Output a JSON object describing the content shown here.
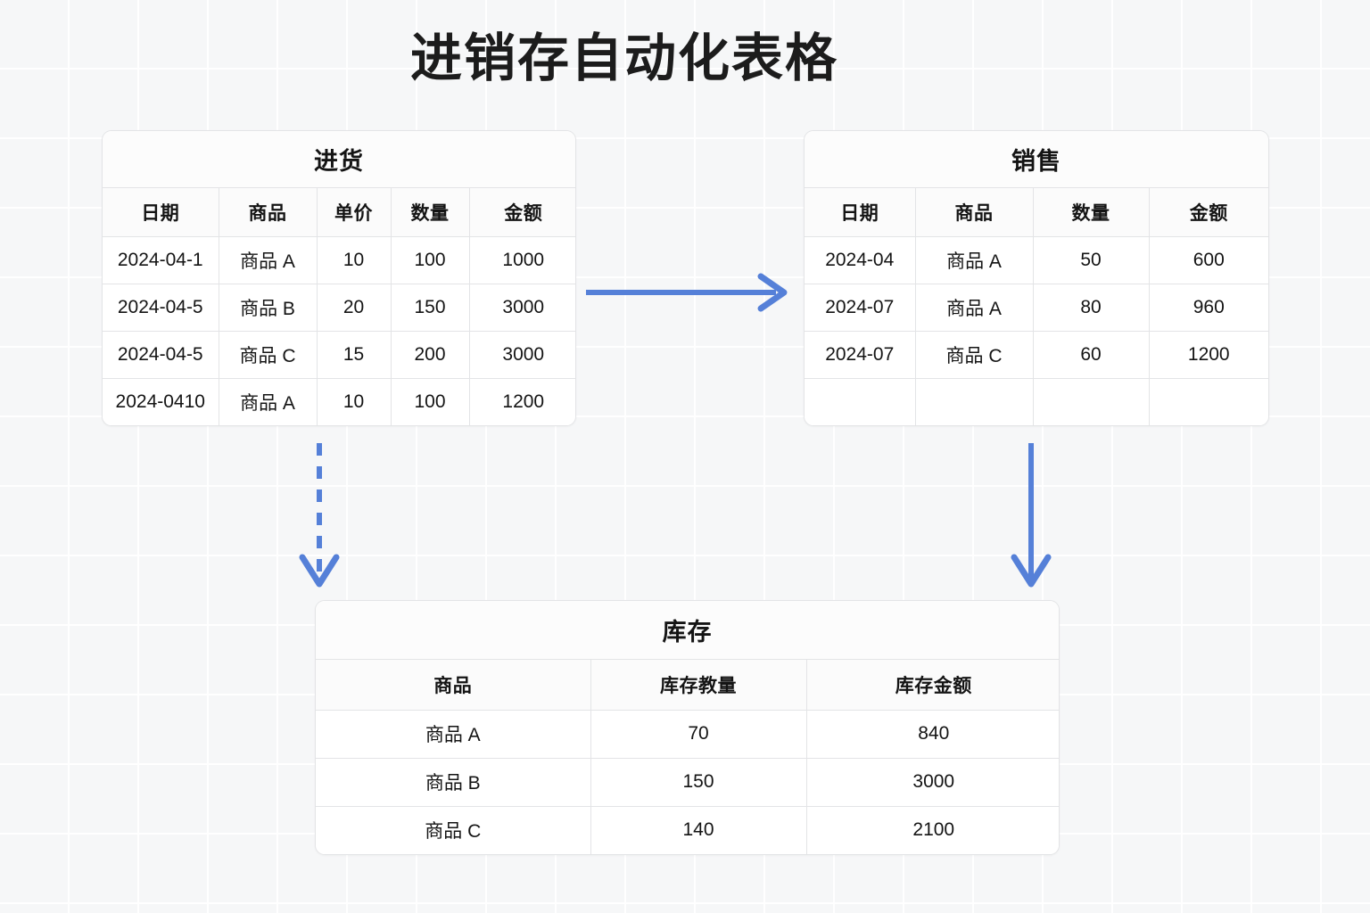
{
  "page": {
    "title": "进销存自动化表格",
    "background_color": "#f6f7f8",
    "grid_line_color": "#ffffff",
    "accent_color": "#5580d8",
    "text_color": "#141414",
    "border_color": "#e3e4e6"
  },
  "tables": {
    "purchase": {
      "title": "进货",
      "columns": [
        "日期",
        "商品",
        "单价",
        "数量",
        "金额"
      ],
      "rows": [
        [
          "2024-04-1",
          "商品 A",
          "10",
          "100",
          "1000"
        ],
        [
          "2024-04-5",
          "商品 B",
          "20",
          "150",
          "3000"
        ],
        [
          "2024-04-5",
          "商品 C",
          "15",
          "200",
          "3000"
        ],
        [
          "2024-0410",
          "商品 A",
          "10",
          "100",
          "1200"
        ]
      ]
    },
    "sales": {
      "title": "销售",
      "columns": [
        "日期",
        "商品",
        "数量",
        "金额"
      ],
      "rows": [
        [
          "2024-04",
          "商品 A",
          "50",
          "600"
        ],
        [
          "2024-07",
          "商品 A",
          "80",
          "960"
        ],
        [
          "2024-07",
          "商品 C",
          "60",
          "1200"
        ],
        [
          "",
          "",
          "",
          ""
        ]
      ]
    },
    "inventory": {
      "title": "库存",
      "columns": [
        "商品",
        "库存教量",
        "库存金额"
      ],
      "rows": [
        [
          "商品 A",
          "70",
          "840"
        ],
        [
          "商品 B",
          "150",
          "3000"
        ],
        [
          "商品 C",
          "140",
          "2100"
        ]
      ]
    }
  },
  "arrows": [
    {
      "name": "purchase-to-sales",
      "direction": "right",
      "style": "solid",
      "color": "#5580d8"
    },
    {
      "name": "purchase-to-inventory",
      "direction": "down",
      "style": "dashed",
      "color": "#5580d8"
    },
    {
      "name": "sales-to-inventory",
      "direction": "down",
      "style": "solid",
      "color": "#5580d8"
    }
  ]
}
